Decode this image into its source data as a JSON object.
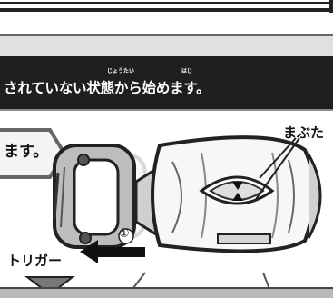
{
  "banner": {
    "text": "されていない状態から始めます。",
    "ruby_jotai": "じょうたい",
    "ruby_haji": "はじ"
  },
  "callout": {
    "text": "ます。"
  },
  "labels": {
    "mabuta": "まぶた",
    "trigger": "トリガー",
    "step": "①"
  },
  "colors": {
    "banner_bg": "#1f1f1f",
    "ink": "#111111",
    "grey": "#8a8a8a"
  }
}
